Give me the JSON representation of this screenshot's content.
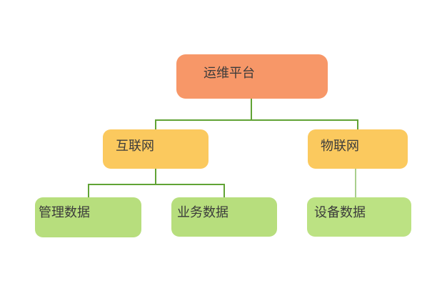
{
  "diagram": {
    "type": "tree",
    "background": "#ffffff",
    "nodes": [
      {
        "id": "ops-platform",
        "label": "运维平台",
        "level": 1,
        "fill": "#f79768",
        "parent": null
      },
      {
        "id": "internet",
        "label": "互联网",
        "level": 2,
        "fill": "#fbc95e",
        "parent": "ops-platform"
      },
      {
        "id": "iot",
        "label": "物联网",
        "level": 2,
        "fill": "#fbc95e",
        "parent": "ops-platform"
      },
      {
        "id": "management-data",
        "label": "管理数据",
        "level": 3,
        "fill": "#b7de7d",
        "parent": "internet"
      },
      {
        "id": "business-data",
        "label": "业务数据",
        "level": 3,
        "fill": "#b7de7d",
        "parent": "internet"
      },
      {
        "id": "device-data",
        "label": "设备数据",
        "level": 3,
        "fill": "#bce283",
        "parent": "iot"
      }
    ],
    "edges": [
      {
        "from": "运维平台",
        "to": "互联网"
      },
      {
        "from": "运维平台",
        "to": "物联网"
      },
      {
        "from": "互联网",
        "to": "管理数据"
      },
      {
        "from": "互联网",
        "to": "业务数据"
      },
      {
        "from": "物联网",
        "to": "设备数据"
      }
    ],
    "colors": {
      "root_fill": "#f79768",
      "branch_fill": "#fbc95e",
      "leaf_fill": "#b7de7d",
      "connector": "#61a335",
      "connector_light": "#a9cf8d",
      "text": "#3b3b3b",
      "background": "#ffffff"
    }
  }
}
